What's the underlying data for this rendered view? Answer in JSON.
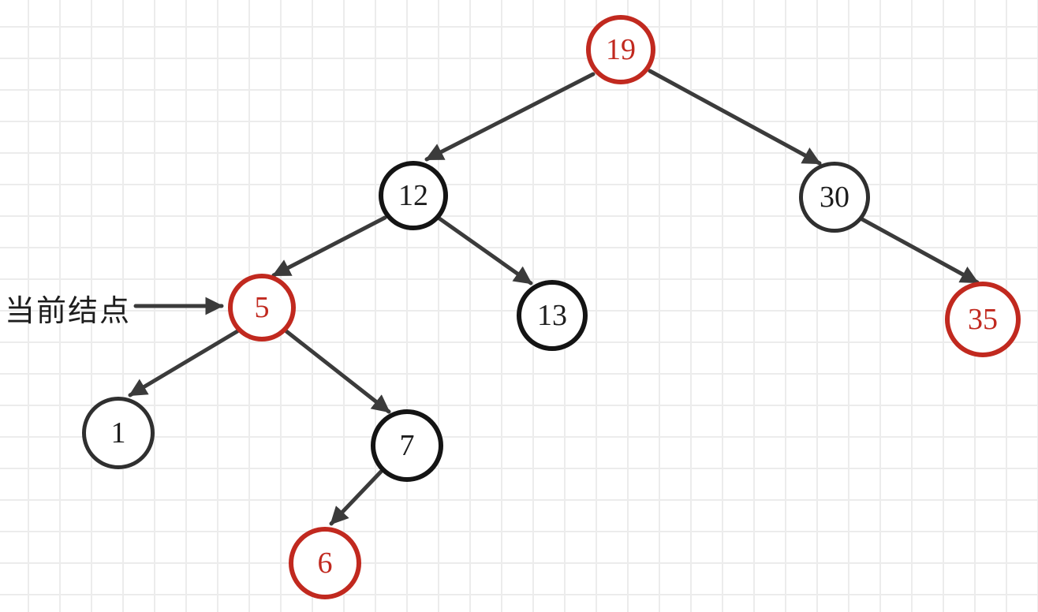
{
  "canvas": {
    "background": "#ffffff",
    "grid_color": "#ececec",
    "grid_size": 40
  },
  "colors": {
    "red": "#c1291f",
    "black": "#141414",
    "edge": "#3b3b3b",
    "text_dark": "#1d1d1d"
  },
  "annotation": {
    "label": "当前结点",
    "points_to": "5"
  },
  "tree": {
    "type": "red-black-tree",
    "nodes": [
      {
        "value": "19",
        "color": "red"
      },
      {
        "value": "12",
        "color": "black"
      },
      {
        "value": "30",
        "color": "black"
      },
      {
        "value": "5",
        "color": "red"
      },
      {
        "value": "13",
        "color": "black"
      },
      {
        "value": "35",
        "color": "red"
      },
      {
        "value": "1",
        "color": "black"
      },
      {
        "value": "7",
        "color": "black"
      },
      {
        "value": "6",
        "color": "red"
      }
    ],
    "edges": [
      {
        "from": "19",
        "to": "12"
      },
      {
        "from": "19",
        "to": "30"
      },
      {
        "from": "12",
        "to": "5"
      },
      {
        "from": "12",
        "to": "13"
      },
      {
        "from": "30",
        "to": "35"
      },
      {
        "from": "5",
        "to": "1"
      },
      {
        "from": "5",
        "to": "7"
      },
      {
        "from": "7",
        "to": "6"
      }
    ]
  }
}
